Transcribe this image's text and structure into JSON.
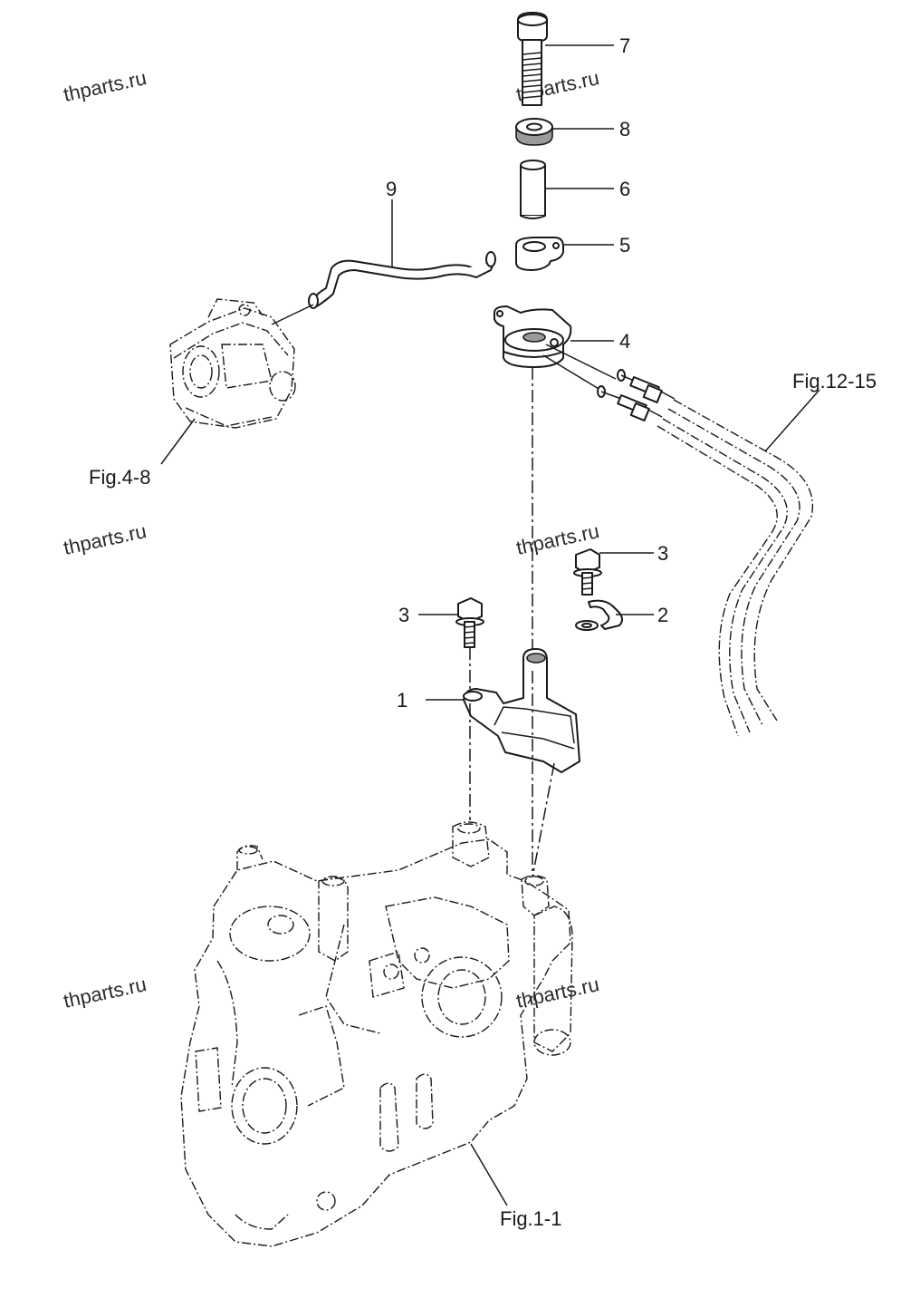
{
  "callouts": {
    "c1": "1",
    "c2": "2",
    "c3a": "3",
    "c3b": "3",
    "c4": "4",
    "c5": "5",
    "c6": "6",
    "c7": "7",
    "c8": "8",
    "c9": "9"
  },
  "figure_refs": {
    "fig_4_8": "Fig.4-8",
    "fig_12_15": "Fig.12-15",
    "fig_1_1": "Fig.1-1"
  },
  "watermarks": {
    "w1": "thparts.ru",
    "w2": "thparts.ru",
    "w3": "thparts.ru",
    "w4": "thparts.ru",
    "w5": "thparts.ru",
    "w6": "thparts.ru"
  }
}
